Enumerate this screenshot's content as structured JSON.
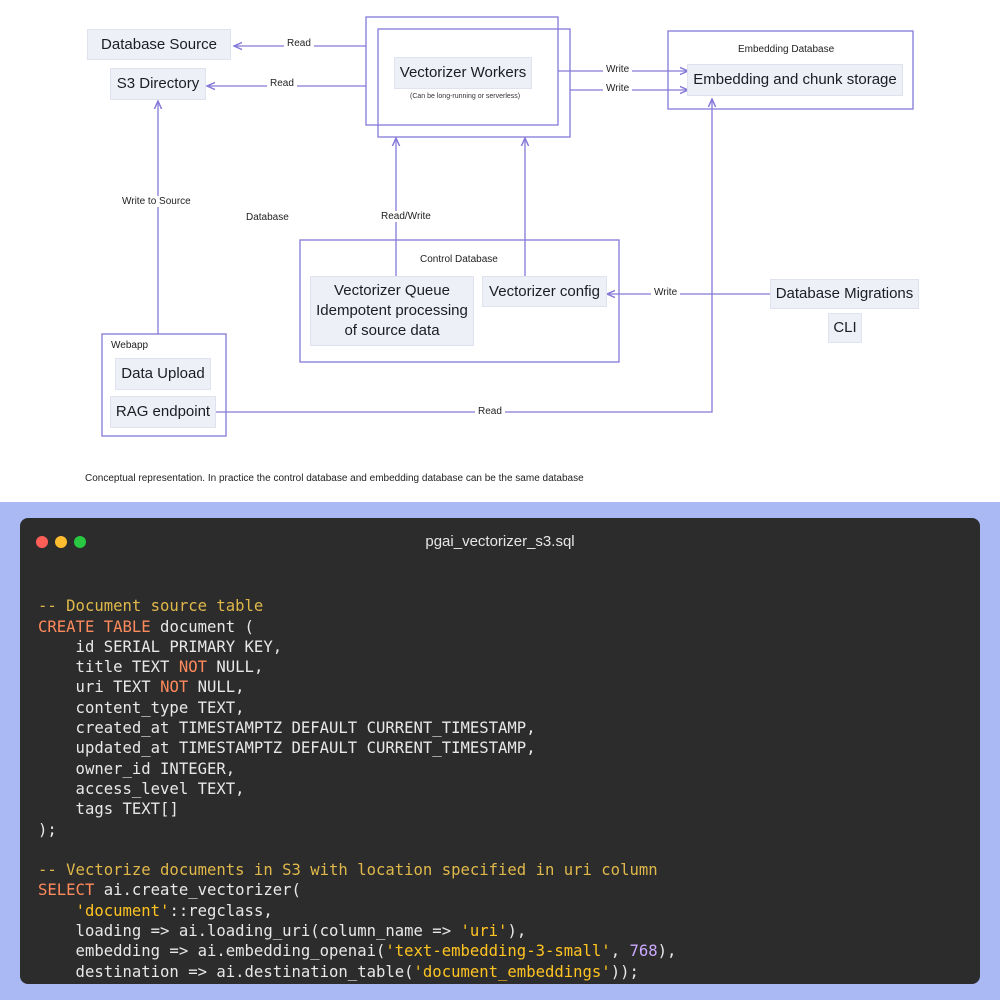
{
  "diagram": {
    "nodes": {
      "database_source": "Database Source",
      "s3_directory": "S3 Directory",
      "vectorizer_workers": "Vectorizer Workers",
      "vectorizer_workers_note": "(Can be long-running or serverless)",
      "embedding_chunk_storage": "Embedding and chunk storage",
      "vectorizer_queue": [
        "Vectorizer Queue",
        "Idempotent processing",
        "of source data"
      ],
      "vectorizer_config": "Vectorizer config",
      "database_migrations": "Database Migrations",
      "cli": "CLI",
      "data_upload": "Data Upload",
      "rag_endpoint": "RAG endpoint"
    },
    "groups": {
      "embedding_database": "Embedding Database",
      "control_database": "Control Database",
      "webapp": "Webapp",
      "database": "Database"
    },
    "edges": {
      "read_db_source": "Read",
      "read_s3": "Read",
      "write_embedding_1": "Write",
      "write_embedding_2": "Write",
      "write_to_source": "Write to Source",
      "read_write": "Read/Write",
      "write_config": "Write",
      "read_rag": "Read"
    },
    "caption": "Conceptual representation. In practice the control database and embedding database can be the same database",
    "colors": {
      "line": "#8479d8",
      "node_bg": "#eef0f8"
    }
  },
  "code_window": {
    "filename": "pgai_vectorizer_s3.sql",
    "traffic_lights": [
      "#ff5f57",
      "#febc2e",
      "#28c840"
    ],
    "background": "#2c2c2c",
    "panel_background": "#aab8f4",
    "lines": [
      [],
      [
        [
          "cm",
          "-- Document source table"
        ]
      ],
      [
        [
          "kw",
          "CREATE TABLE"
        ],
        [
          "",
          " document ("
        ]
      ],
      [
        [
          "",
          "    id SERIAL PRIMARY KEY,"
        ]
      ],
      [
        [
          "",
          "    title TEXT "
        ],
        [
          "kw",
          "NOT"
        ],
        [
          "",
          " NULL,"
        ]
      ],
      [
        [
          "",
          "    uri TEXT "
        ],
        [
          "kw",
          "NOT"
        ],
        [
          "",
          " NULL,"
        ]
      ],
      [
        [
          "",
          "    content_type TEXT,"
        ]
      ],
      [
        [
          "",
          "    created_at TIMESTAMPTZ DEFAULT CURRENT_TIMESTAMP,"
        ]
      ],
      [
        [
          "",
          "    updated_at TIMESTAMPTZ DEFAULT CURRENT_TIMESTAMP,"
        ]
      ],
      [
        [
          "",
          "    owner_id INTEGER,"
        ]
      ],
      [
        [
          "",
          "    access_level TEXT,"
        ]
      ],
      [
        [
          "",
          "    tags TEXT[]"
        ]
      ],
      [
        [
          "",
          ");"
        ]
      ],
      [],
      [
        [
          "cm",
          "-- Vectorize documents in S3 with location specified in uri column"
        ]
      ],
      [
        [
          "kw",
          "SELECT"
        ],
        [
          "",
          " ai.create_vectorizer("
        ]
      ],
      [
        [
          "",
          "    "
        ],
        [
          "st",
          "'document'"
        ],
        [
          "",
          "::regclass,"
        ]
      ],
      [
        [
          "",
          "    loading => ai.loading_uri(column_name => "
        ],
        [
          "st",
          "'uri'"
        ],
        [
          "",
          "),"
        ]
      ],
      [
        [
          "",
          "    embedding => ai.embedding_openai("
        ],
        [
          "st",
          "'text-embedding-3-small'"
        ],
        [
          "",
          ", "
        ],
        [
          "nm",
          "768"
        ],
        [
          "",
          "),"
        ]
      ],
      [
        [
          "",
          "    destination => ai.destination_table("
        ],
        [
          "st",
          "'document_embeddings'"
        ],
        [
          "",
          "));"
        ]
      ]
    ]
  }
}
